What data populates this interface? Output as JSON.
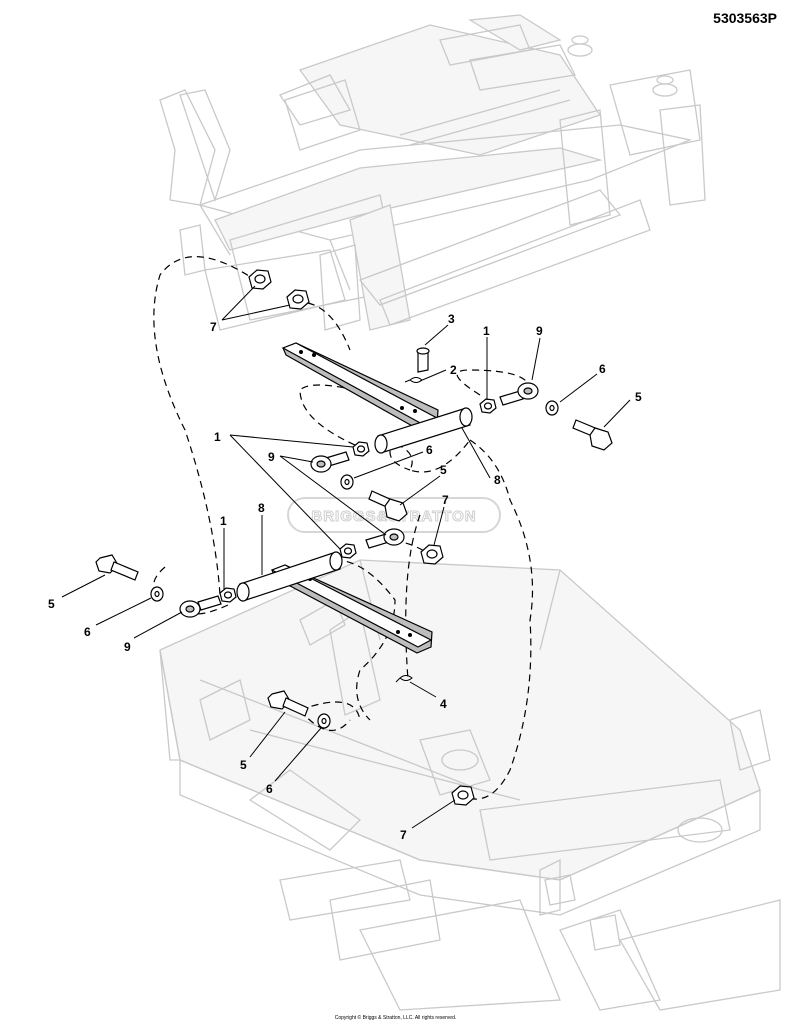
{
  "header": {
    "part_number": "5303563P"
  },
  "footer": {
    "copyright": "Copyright © Briggs & Stratton, LLC. All rights reserved."
  },
  "watermark": {
    "text": "BRIGGS&STRATTON",
    "kind": "logo"
  },
  "callouts": {
    "c1a": "1",
    "c1b": "1",
    "c1c": "1",
    "c2": "2",
    "c3": "3",
    "c4": "4",
    "c5a": "5",
    "c5b": "5",
    "c5c": "5",
    "c5d": "5",
    "c6a": "6",
    "c6b": "6",
    "c6c": "6",
    "c6d": "6",
    "c7a": "7",
    "c7b": "7",
    "c7c": "7",
    "c8a": "8",
    "c8b": "8",
    "c9a": "9",
    "c9b": "9",
    "c9c": "9"
  }
}
